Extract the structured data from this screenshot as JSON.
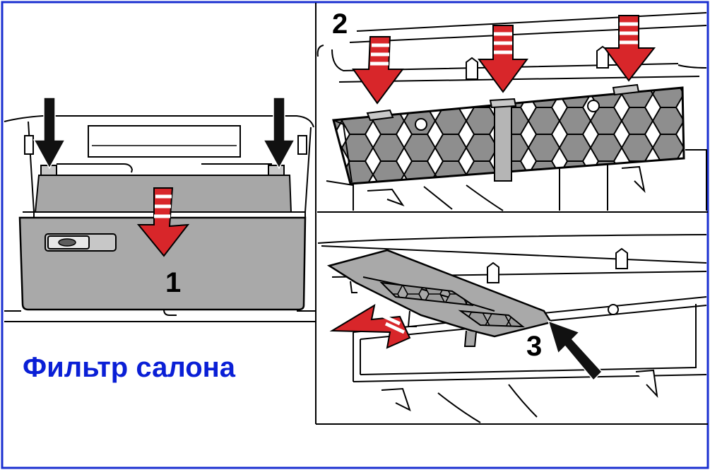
{
  "caption": "Фильтр салона",
  "steps": [
    {
      "id": "step-1",
      "label": "1"
    },
    {
      "id": "step-2",
      "label": "2"
    },
    {
      "id": "step-3",
      "label": "3"
    }
  ],
  "colors": {
    "border": "#1a2fd0",
    "caption": "#0a1fd6",
    "arrow_red": "#d8262a",
    "arrow_stripe": "#ffffff",
    "arrow_black": "#111111",
    "part_gray": "#a9a9a9",
    "part_dark": "#7d7d7d",
    "line": "#000000"
  },
  "icons": [
    "down-arrow-black-icon",
    "curved-red-arrow-icon",
    "down-red-arrow-icon",
    "slide-red-arrow-icon",
    "pointer-black-arrow-icon"
  ]
}
